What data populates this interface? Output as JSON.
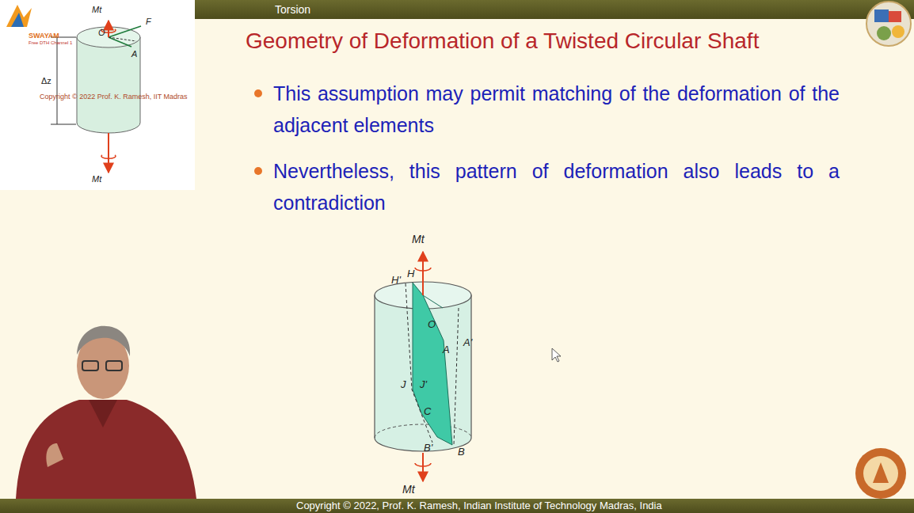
{
  "diagram": {
    "title": "Geometry of Deformation of a Twisted Circular Shaft",
    "labels": [
      "Torsion",
      "This assumption may permit matching of the deformation of the adjacent elements",
      "Nevertheless, this pattern of deformation also leads to a contradiction",
      "Mt",
      "O",
      "F",
      "A",
      "Δz",
      "Copyright © 2022 Prof. K. Ramesh, IIT Madras",
      "Mt",
      "Mt",
      "H'",
      "H",
      "O",
      "A",
      "A'",
      "J",
      "J'",
      "C",
      "B'",
      "B",
      "Mt",
      "Copyright © 2022, Prof. K. Ramesh, Indian Institute of Technology Madras, India",
      "SWAYAM",
      "Free DTH Channel 1"
    ]
  }
}
